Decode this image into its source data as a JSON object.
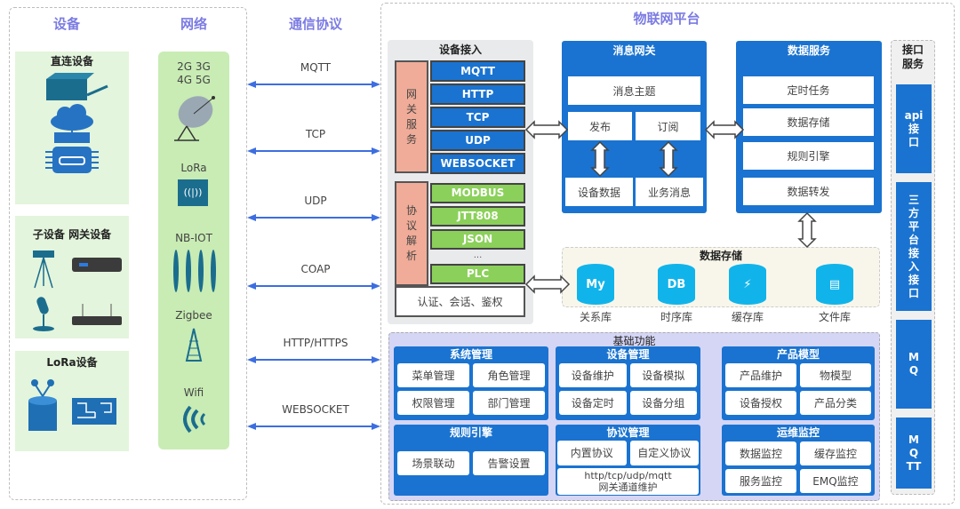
{
  "columns": {
    "devices": "设备",
    "network": "网络",
    "protocol": "通信协议",
    "platform": "物联网平台"
  },
  "device_groups": [
    {
      "title": "直连设备",
      "icons": [
        "router-box-icon",
        "cloud-network-icon",
        "car-chip-icon"
      ]
    },
    {
      "title": "子设备 网关设备",
      "icons": [
        "camera-tripod-icon",
        "gateway-icon",
        "microphone-icon",
        "wifi-router-icon"
      ]
    },
    {
      "title": "LoRa设备",
      "icons": [
        "sensor-node-icon",
        "circuit-board-icon"
      ]
    }
  ],
  "networks": [
    "2G 3G\n4G 5G",
    "LoRa",
    "NB-IOT",
    "Zigbee",
    "Wifi"
  ],
  "protocols": [
    "MQTT",
    "TCP",
    "UDP",
    "COAP",
    "HTTP/HTTPS",
    "WEBSOCKET"
  ],
  "device_access": {
    "title": "设备接入",
    "gateway_service": "网关服务",
    "gateway_protocols": [
      "MQTT",
      "HTTP",
      "TCP",
      "UDP",
      "WEBSOCKET"
    ],
    "protocol_parse": "协议解析",
    "parse_protocols": [
      "MODBUS",
      "JTT808",
      "JSON",
      "...",
      "PLC"
    ],
    "auth": "认证、会话、鉴权"
  },
  "message_gateway": {
    "title": "消息网关",
    "topic": "消息主题",
    "publish": "发布",
    "subscribe": "订阅",
    "device_data": "设备数据",
    "business_msg": "业务消息"
  },
  "data_service": {
    "title": "数据服务",
    "items": [
      "定时任务",
      "数据存储",
      "规则引擎",
      "数据转发"
    ]
  },
  "interface_service": {
    "title": "接口服务",
    "items": [
      "api\n接\n口",
      "三\n方\n平\n台\n接\n入\n接\n口",
      "M\nQ",
      "M\nQ\nTT"
    ]
  },
  "data_storage": {
    "title": "数据存储",
    "dbs": [
      {
        "label": "关系库",
        "glyph": "My"
      },
      {
        "label": "时序库",
        "glyph": "DB"
      },
      {
        "label": "缓存库",
        "glyph": "⚡"
      },
      {
        "label": "文件库",
        "glyph": "▤"
      }
    ]
  },
  "base_functions": {
    "title": "基础功能",
    "modules": [
      {
        "title": "系统管理",
        "items": [
          "菜单管理",
          "角色管理",
          "权限管理",
          "部门管理"
        ]
      },
      {
        "title": "设备管理",
        "items": [
          "设备维护",
          "设备模拟",
          "设备定时",
          "设备分组"
        ]
      },
      {
        "title": "产品模型",
        "items": [
          "产品维护",
          "物模型",
          "设备授权",
          "产品分类"
        ]
      },
      {
        "title": "规则引擎",
        "items": [
          "场景联动",
          "告警设置"
        ]
      },
      {
        "title": "协议管理",
        "items": [
          "内置协议",
          "自定义协议",
          "http/tcp/udp/mqtt\n网关通道维护"
        ]
      },
      {
        "title": "运维监控",
        "items": [
          "数据监控",
          "缓存监控",
          "服务监控",
          "EMQ监控"
        ]
      }
    ]
  },
  "colors": {
    "primary_blue": "#1a73d0",
    "green": "#8bd05a",
    "salmon": "#f0ac98",
    "title_purple": "#7b7be3",
    "arrow_blue": "#3d6ee0"
  }
}
